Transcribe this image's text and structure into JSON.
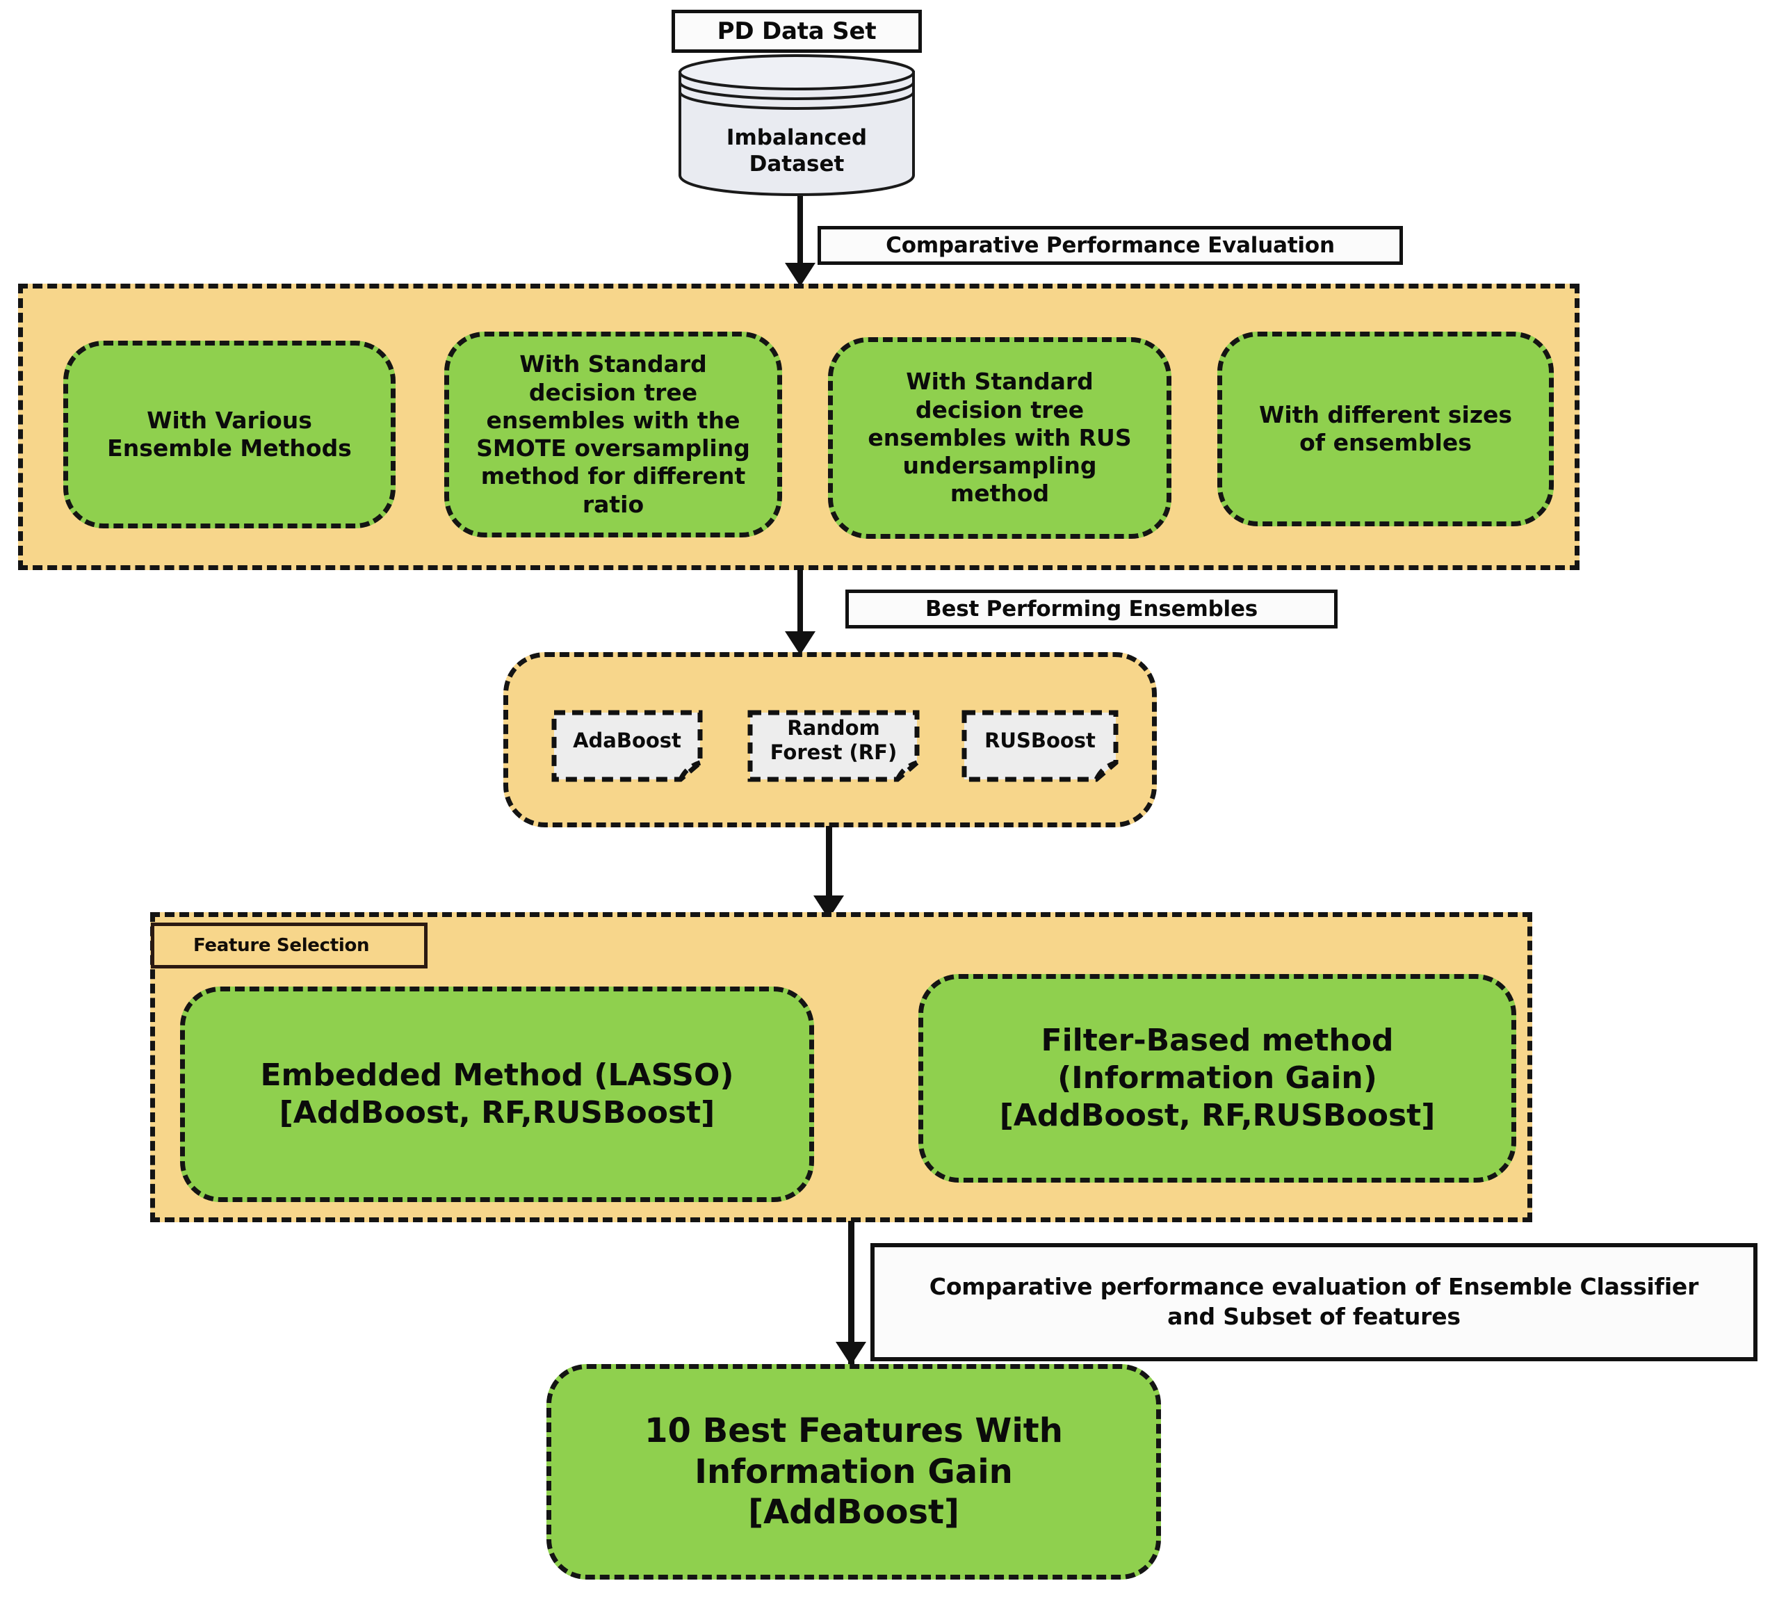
{
  "diagram": {
    "title": "PD Data Set Ensemble Feature Selection Workflow",
    "colors": {
      "orange_fill": "#F7D68B",
      "green_fill": "#8FD04E",
      "cylinder_fill": "#E9EBF1",
      "note_fill": "#EDEDED",
      "stroke": "#111111",
      "page_bg": "#FFFFFF"
    },
    "source": {
      "header_label": "PD Data Set",
      "cylinder_label_line1": "Imbalanced",
      "cylinder_label_line2": "Dataset"
    },
    "edges": {
      "comparative_performance_evaluation": "Comparative Performance Evaluation",
      "best_performing_ensembles": "Best Performing Ensembles",
      "final_evaluation_line1": "Comparative performance evaluation of Ensemble Classifier",
      "final_evaluation_line2": "and Subset of features"
    },
    "evaluation_stage": {
      "boxes": [
        {
          "id": "various-ensemble-methods",
          "lines": [
            "With Various",
            "Ensemble Methods"
          ]
        },
        {
          "id": "smote-oversampling",
          "lines": [
            "With Standard",
            "decision tree",
            "ensembles with the",
            "SMOTE oversampling",
            "method  for different",
            "ratio"
          ]
        },
        {
          "id": "rus-undersampling",
          "lines": [
            "With Standard",
            "decision tree",
            "ensembles with RUS",
            "undersampling",
            "method"
          ]
        },
        {
          "id": "different-sizes",
          "lines": [
            "With different sizes",
            "of ensembles"
          ]
        }
      ]
    },
    "best_ensembles_stage": {
      "notes": [
        {
          "id": "adaboost",
          "lines": [
            "AdaBoost"
          ]
        },
        {
          "id": "random-forest",
          "lines": [
            "Random",
            "Forest (RF)"
          ]
        },
        {
          "id": "rusboost",
          "lines": [
            "RUSBoost"
          ]
        }
      ]
    },
    "feature_selection_stage": {
      "tab_label": "Feature Selection",
      "boxes": [
        {
          "id": "embedded-lasso",
          "lines": [
            "Embedded Method (LASSO)",
            "[AddBoost, RF,RUSBoost]"
          ]
        },
        {
          "id": "filter-information-gain",
          "lines": [
            "Filter-Based method",
            "(Information Gain)",
            "[AddBoost, RF,RUSBoost]"
          ]
        }
      ]
    },
    "result_stage": {
      "box": {
        "id": "ten-best-features",
        "lines": [
          "10 Best Features With",
          "Information Gain",
          "[AddBoost]"
        ]
      }
    }
  }
}
